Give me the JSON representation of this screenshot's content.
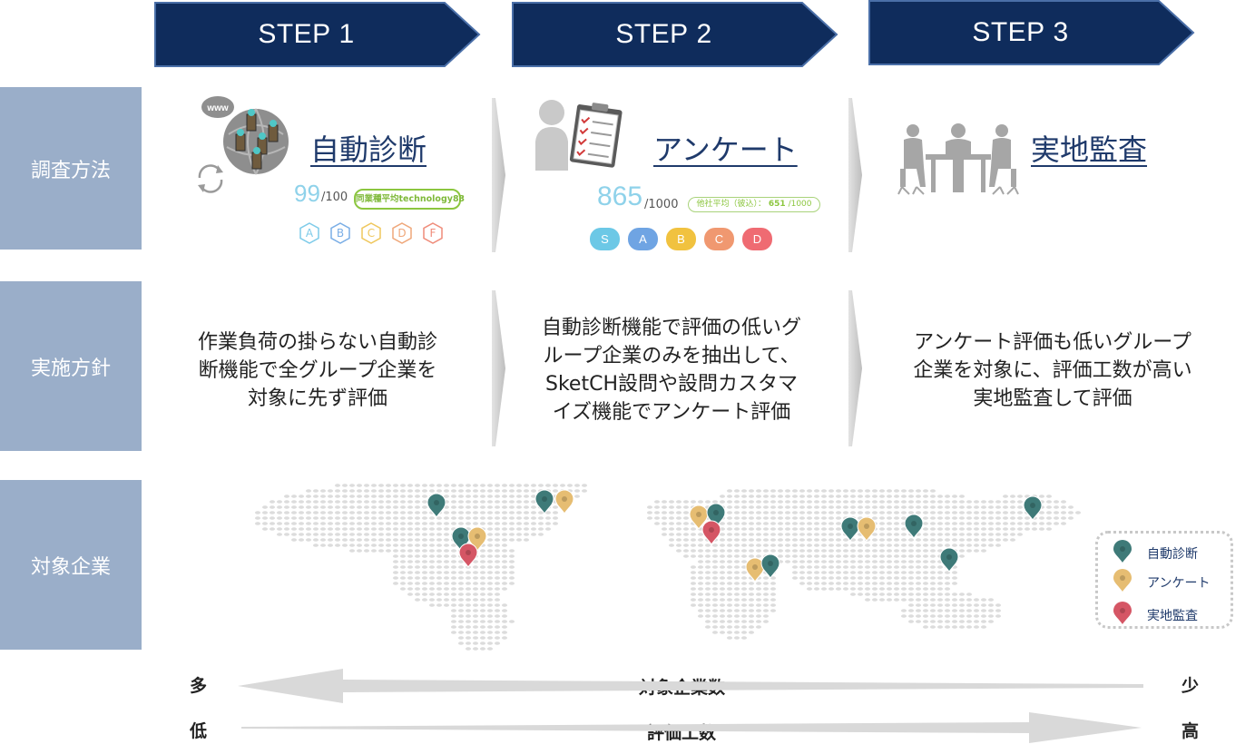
{
  "steps": [
    {
      "label": "STEP 1"
    },
    {
      "label": "STEP 2"
    },
    {
      "label": "STEP 3"
    }
  ],
  "rows": {
    "method": "調査方法",
    "policy": "実施方針",
    "target": "対象企業"
  },
  "methods": {
    "auto": {
      "title": "自動診断",
      "score": "99",
      "score_max": "/100",
      "badge": "同業種平均technology83",
      "grades": [
        "A",
        "B",
        "C",
        "D",
        "F"
      ]
    },
    "survey": {
      "title": "アンケート",
      "score": "865",
      "score_max": "/1000",
      "badge_prefix": "他社平均（彼込）：",
      "badge_value": "651",
      "badge_max": "/1000",
      "grades": [
        "S",
        "A",
        "B",
        "C",
        "D"
      ]
    },
    "audit": {
      "title": "実地監査"
    }
  },
  "policies": {
    "step1": [
      "作業負荷の掛らない自動診",
      "断機能で全グループ企業を",
      "対象に先ず評価"
    ],
    "step2": [
      "自動診断機能で評価の低いグ",
      "ループ企業のみを抽出して、",
      "SketCH設問や設問カスタマ",
      "イズ機能でアンケート評価"
    ],
    "step3": [
      "アンケート評価も低いグループ",
      "企業を対象に、評価工数が高い",
      "実地監査して評価"
    ]
  },
  "legend": [
    {
      "label": "自動診断",
      "color": "#3e7a78"
    },
    {
      "label": "アンケート",
      "color": "#e6bd72"
    },
    {
      "label": "実地監査",
      "color": "#d55665"
    }
  ],
  "axes": {
    "count": {
      "left": "多",
      "label": "対象企業数",
      "right": "少"
    },
    "effort": {
      "left": "低",
      "label": "評価工数",
      "right": "高"
    }
  },
  "colors": {
    "step_fill": "#0f2c5c",
    "row_label": "#9aaec9",
    "accent_link": "#1f3a6b"
  },
  "grade_colors_auto": [
    "#7ecbe9",
    "#7aaee6",
    "#efc75d",
    "#efa77a",
    "#ef8c7a"
  ],
  "grade_colors_survey": [
    "#6cc8e6",
    "#6fa4e3",
    "#f1c23f",
    "#f09870",
    "#ef6b72"
  ],
  "icons": {
    "auto": "globe-server-icon",
    "refresh": "refresh-icon",
    "www": "www-badge-icon",
    "survey": "clipboard-person-icon",
    "audit": "meeting-table-icon"
  }
}
